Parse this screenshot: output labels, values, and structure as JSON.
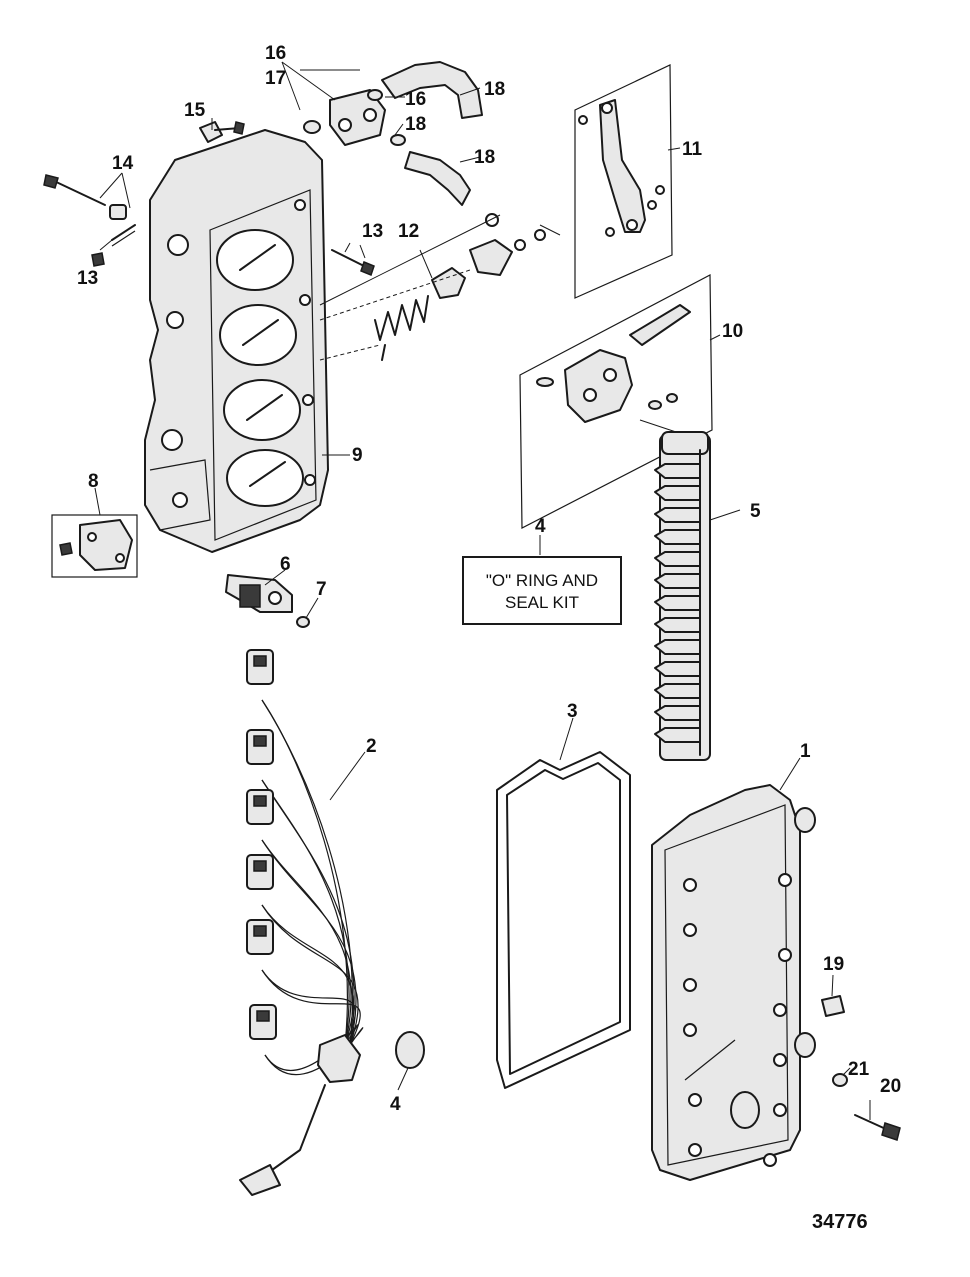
{
  "labels": {
    "l1": "1",
    "l2": "2",
    "l3": "3",
    "l4a": "4",
    "l4b": "4",
    "l5": "5",
    "l6": "6",
    "l7": "7",
    "l8": "8",
    "l9": "9",
    "l10": "10",
    "l11": "11",
    "l12": "12",
    "l13a": "13",
    "l13b": "13",
    "l14": "14",
    "l15": "15",
    "l16a": "16",
    "l16b": "16",
    "l17": "17",
    "l18a": "18",
    "l18b": "18",
    "l18c": "18",
    "l19": "19",
    "l20": "20",
    "l21": "21"
  },
  "kit_box": {
    "line1": "\"O\" RING AND",
    "line2": "SEAL KIT"
  },
  "figure_number": "34776"
}
